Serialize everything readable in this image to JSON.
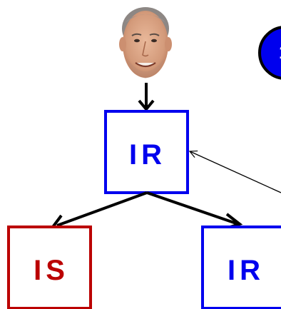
{
  "diagram": {
    "nodes": {
      "root": {
        "label": "IR",
        "color": "#0000ee"
      },
      "left_child": {
        "label": "IS",
        "color": "#bb0000"
      },
      "right_child": {
        "label": "IR",
        "color": "#0000ee"
      }
    },
    "badge": {
      "color": "#0000ee"
    },
    "colors": {
      "edge": "#000000",
      "arrow": "#000000"
    },
    "icons": {
      "person": "person-face-icon",
      "badge": "blue-circle-badge-icon"
    }
  }
}
